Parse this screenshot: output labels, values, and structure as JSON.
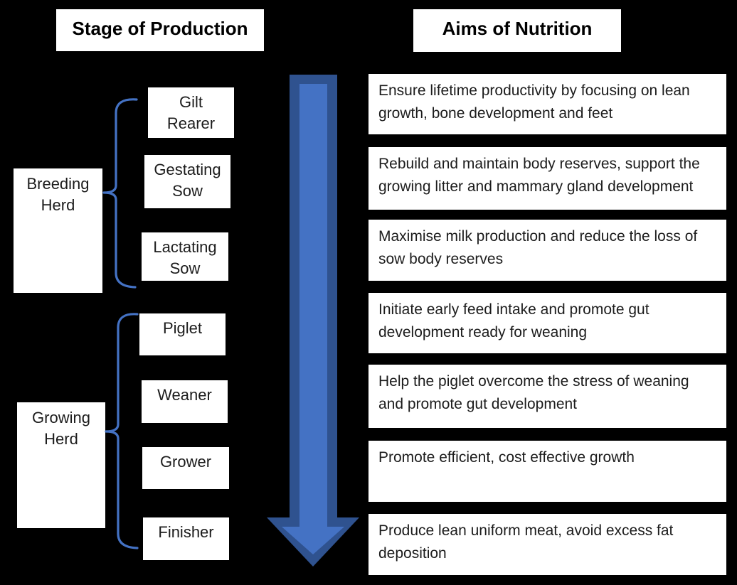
{
  "headers": {
    "left": "Stage of Production",
    "right": "Aims of Nutrition"
  },
  "herd_groups": [
    {
      "label": "Breeding\nHerd"
    },
    {
      "label": "Growing\nHerd"
    }
  ],
  "stages": [
    {
      "label": "Gilt\nRearer"
    },
    {
      "label": "Gestating\nSow"
    },
    {
      "label": "Lactating\nSow"
    },
    {
      "label": "Piglet"
    },
    {
      "label": "Weaner"
    },
    {
      "label": "Grower"
    },
    {
      "label": "Finisher"
    }
  ],
  "aims": [
    {
      "text": "Ensure lifetime productivity by focusing on lean growth, bone development and feet"
    },
    {
      "text": "Rebuild and maintain body reserves, support the growing litter and mammary gland development"
    },
    {
      "text": "Maximise milk production and reduce the loss of sow body reserves"
    },
    {
      "text": "Initiate early feed intake and promote gut development ready for weaning"
    },
    {
      "text": "Help the piglet overcome the stress of weaning and promote gut development"
    },
    {
      "text": "Promote efficient, cost effective growth"
    },
    {
      "text": "Produce lean uniform meat, avoid excess fat deposition"
    }
  ],
  "shapes": {
    "timeline_arrow": "down-arrow",
    "group_connectors": "left-curly-brace"
  },
  "colors": {
    "background": "#000000",
    "box_background": "#ffffff",
    "text": "#1c1c1c",
    "arrow_border": "#2F528F",
    "arrow_fill": "#4472C4",
    "brace_stroke": "#4472C4"
  }
}
